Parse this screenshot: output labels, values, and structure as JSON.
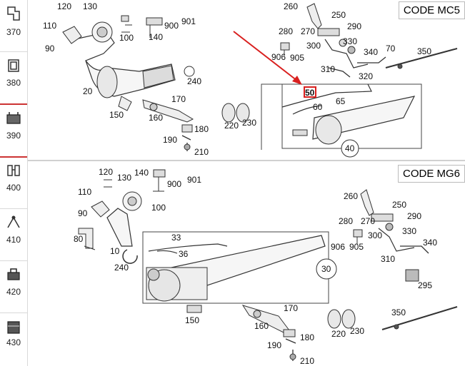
{
  "sidebar": {
    "items": [
      {
        "label": "370"
      },
      {
        "label": "380"
      },
      {
        "label": "390"
      },
      {
        "label": "400"
      },
      {
        "label": "410"
      },
      {
        "label": "420"
      },
      {
        "label": "430"
      }
    ]
  },
  "sections": [
    {
      "code": "CODE MC5"
    },
    {
      "code": "CODE MG6"
    }
  ],
  "upper_callouts": {
    "c120": "120",
    "c130": "130",
    "c110": "110",
    "c90": "90",
    "c100": "100",
    "c140": "140",
    "c900": "900",
    "c901": "901",
    "c20": "20",
    "c240": "240",
    "c150": "150",
    "c160": "160",
    "c170": "170",
    "c180": "180",
    "c190": "190",
    "c210": "210",
    "c220": "220",
    "c230": "230",
    "c260": "260",
    "c250": "250",
    "c280": "280",
    "c270": "270",
    "c290": "290",
    "c300": "300",
    "c330": "330",
    "c906": "906",
    "c905": "905",
    "c340": "340",
    "c70": "70",
    "c350": "350",
    "c310": "310",
    "c320": "320",
    "c50": "50",
    "c60": "60",
    "c65": "65",
    "c40": "40"
  },
  "lower_callouts": {
    "c120": "120",
    "c130": "130",
    "c140": "140",
    "c900": "900",
    "c901": "901",
    "c110": "110",
    "c90": "90",
    "c100": "100",
    "c80": "80",
    "c10": "10",
    "c240": "240",
    "c33": "33",
    "c36": "36",
    "c30": "30",
    "c260": "260",
    "c250": "250",
    "c280": "280",
    "c270": "270",
    "c290": "290",
    "c300": "300",
    "c330": "330",
    "c906": "906",
    "c905": "905",
    "c340": "340",
    "c310": "310",
    "c295": "295",
    "c150": "150",
    "c170": "170",
    "c160": "160",
    "c180": "180",
    "c350": "350",
    "c220": "220",
    "c230": "230",
    "c190": "190",
    "c210": "210"
  },
  "colors": {
    "highlight": "#d9201f",
    "line": "#333333",
    "divider": "#b3b3b3"
  }
}
